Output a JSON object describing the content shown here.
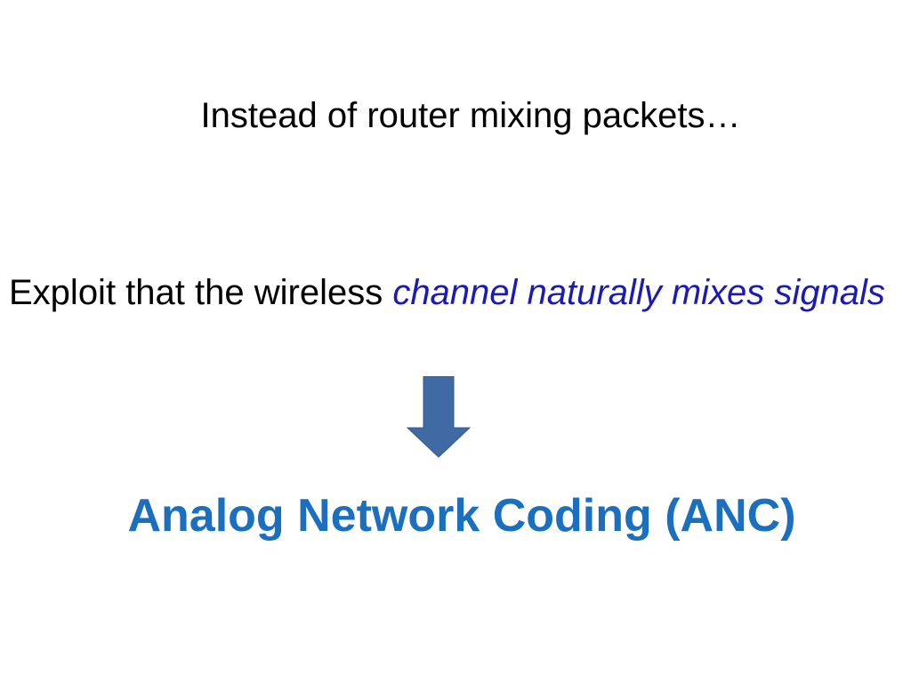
{
  "slide": {
    "intro": "Instead of router mixing packets…",
    "statement_prefix": "Exploit that the wireless ",
    "statement_highlight": "channel naturally mixes signals",
    "arrow_icon": "down-arrow-icon",
    "result_title": "Analog Network Coding (ANC)"
  },
  "colors": {
    "highlight": "#1a1ab8",
    "title": "#1a6fbe",
    "arrow": "#3f6aa3"
  }
}
